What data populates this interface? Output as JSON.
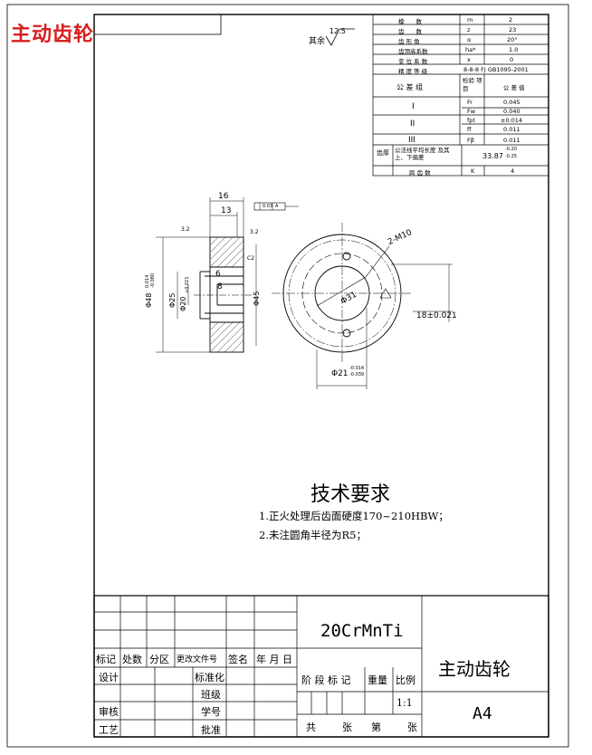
{
  "corner_title": "主动齿轮",
  "roughness": {
    "label": "其余",
    "value": "12.5"
  },
  "param_table": {
    "rows": [
      {
        "name": "模　　数",
        "symbol": "m",
        "value": "2"
      },
      {
        "name": "齿　　数",
        "symbol": "z",
        "value": "23"
      },
      {
        "name": "齿 形 角",
        "symbol": "α",
        "value": "20°"
      },
      {
        "name": "齿顶高系数",
        "symbol": "ha*",
        "value": "1.0"
      },
      {
        "name": "变 位 系 数",
        "symbol": "x",
        "value": "0"
      },
      {
        "name": "精 度 等 级",
        "value": "8-8-8 FJ GB1095-2001"
      }
    ],
    "tol_header": {
      "group": "公 差 组",
      "item": "检验 项目",
      "value": "公 差 值"
    },
    "tol_groups": [
      {
        "group": "I",
        "items": [
          {
            "item": "Fr",
            "value": "0.045"
          },
          {
            "item": "Fw",
            "value": "0.040"
          }
        ]
      },
      {
        "group": "II",
        "items": [
          {
            "item": "fpt",
            "value": "±0.014"
          },
          {
            "item": "ff",
            "value": "0.011"
          }
        ]
      },
      {
        "group": "III",
        "items": [
          {
            "item": "Fβ",
            "value": "0.011"
          }
        ]
      }
    ],
    "span": {
      "label1": "齿厚",
      "label2": "公法线平均长度 及其上、下偏差",
      "value": "33.87",
      "upper": "-0.20",
      "lower": "-0.25"
    },
    "span_count": {
      "label": "跨 齿 数",
      "symbol": "K",
      "value": "4"
    }
  },
  "drawing_dims": {
    "width_16": "16",
    "width_13": "13",
    "dim_6": "6",
    "dim_8": "8",
    "od": "Φ48",
    "od_upper": "0.014",
    "od_lower": "-0.080",
    "hub": "Φ25",
    "bore": "Φ20",
    "bore_tol": "+0.021",
    "phi45": "Φ45",
    "holes": "2-M10",
    "phi31": "Φ31",
    "keyway": "18±0.021",
    "phi21": "Φ21",
    "phi21_upper": "-0.014",
    "phi21_lower": "-0.039",
    "frame_tol": "0.03",
    "frame_ref": "A",
    "rough_left": "3.2",
    "rough_right": "3.2",
    "chamfer": "C2"
  },
  "tech_req": {
    "title": "技术要求",
    "items": [
      "1.正火处理后齿面硬度170~210HBW；",
      "2.未注圆角半径为R5；"
    ]
  },
  "title_block": {
    "material": "20CrMnTi",
    "part_name": "主动齿轮",
    "paper": "A4",
    "rev_headers": [
      "标记",
      "处数",
      "分区",
      "更改文件号",
      "签名",
      "年 月 日"
    ],
    "design": "设计",
    "standardize": "标准化",
    "class_label": "班级",
    "review": "审核",
    "student_id": "学号",
    "process": "工艺",
    "approve": "批准",
    "stage_mark": "阶 段 标 记",
    "weight": "重量",
    "scale": "比例",
    "scale_value": "1:1",
    "total": "共",
    "sheets": "张",
    "sheet_no": "第",
    "sheets2": "张"
  }
}
